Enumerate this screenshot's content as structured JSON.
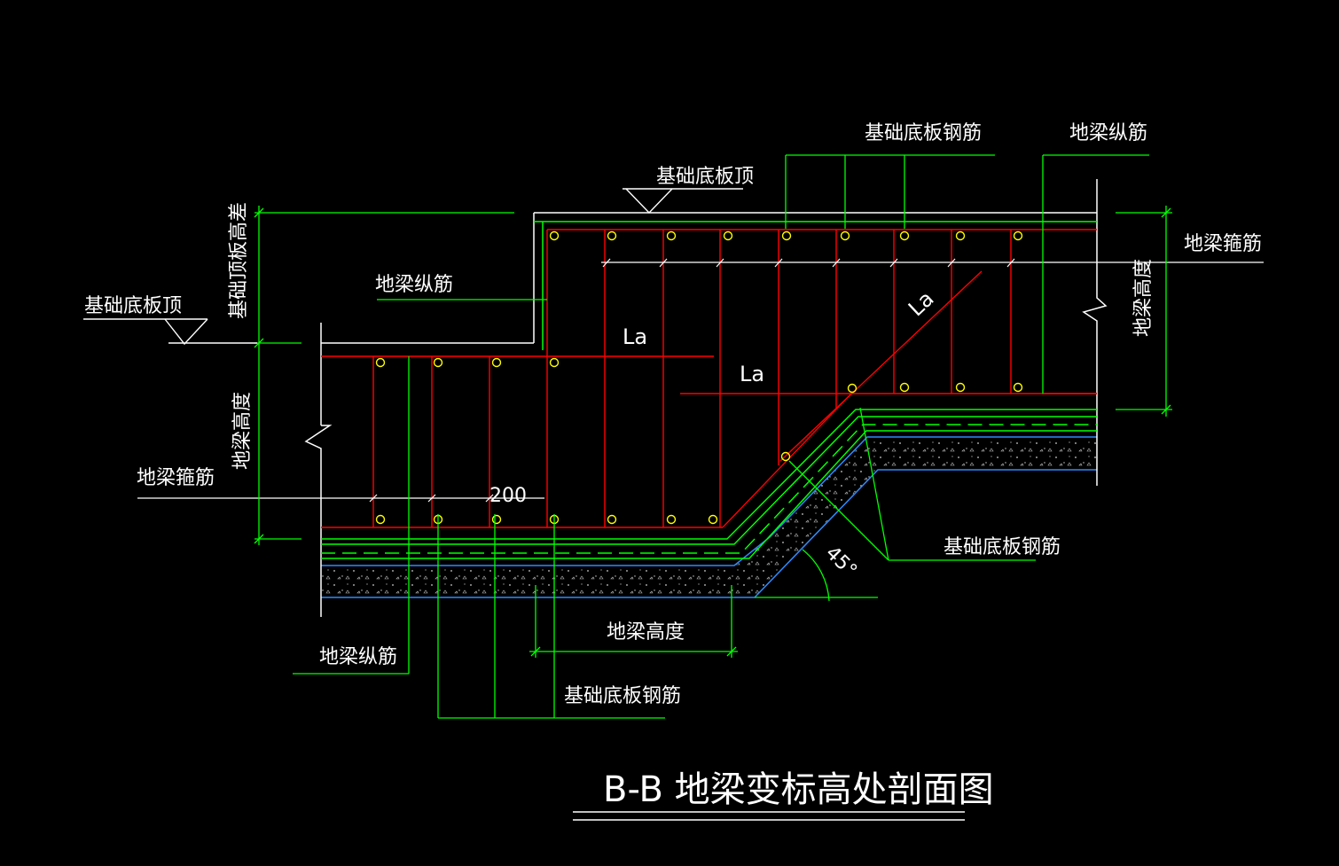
{
  "title": "B-B 地梁变标高处剖面图",
  "colors": {
    "background": "#000000",
    "concrete_outline": "#ffffff",
    "rebar": "#ff0000",
    "leader": "#00ff00",
    "dimension": "#00ff00",
    "cushion": "#2e8bff",
    "rebar_dot": "#ffff00",
    "text": "#ffffff"
  },
  "labels": {
    "slab_bar_top": "基础底板钢筋",
    "beam_long_top": "地梁纵筋",
    "slab_top_upper": "基础底板顶",
    "beam_stirrup_right": "地梁箍筋",
    "beam_height_right": "地梁高度",
    "slab_top_diff": "基础顶板高差",
    "slab_top_left": "基础底板顶",
    "beam_long_left": "地梁纵筋",
    "beam_height_left": "地梁高度",
    "beam_stirrup_left": "地梁箍筋",
    "dim_200": "200",
    "la_1": "La",
    "la_2": "La",
    "la_diag": "La",
    "slab_bar_right": "基础底板钢筋",
    "angle": "45°",
    "beam_height_bottom": "地梁高度",
    "beam_long_bottom": "地梁纵筋",
    "slab_bar_bottom": "基础底板钢筋"
  }
}
